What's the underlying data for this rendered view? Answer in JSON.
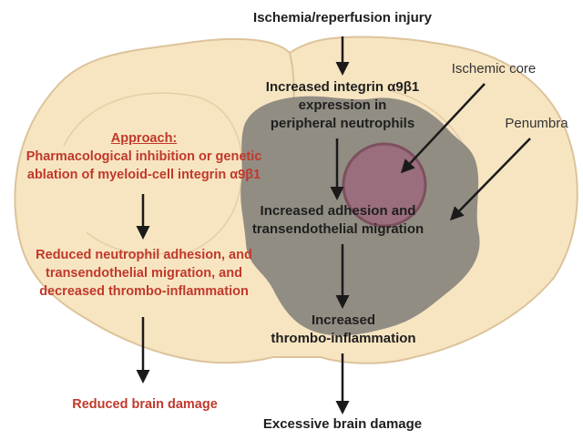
{
  "colors": {
    "brain_fill": "#f7e5c1",
    "brain_outline": "#dcc39a",
    "penumbra": "#8c8880",
    "core": "#9b6b7c",
    "left_text": "#c0392b",
    "right_text": "#1f1f1f",
    "arrow": "#1a1a1a"
  },
  "right_path": {
    "step1": "Ischemia/reperfusion injury",
    "step2": [
      "Increased integrin α9β1",
      "expression in",
      "peripheral neutrophils"
    ],
    "step3": [
      "Increased adhesion and",
      "transendothelial migration"
    ],
    "step4": [
      "Increased",
      "thrombo-inflammation"
    ],
    "step5": "Excessive brain damage"
  },
  "left_path": {
    "approach_heading": "Approach:",
    "approach_text": [
      "Pharmacological inhibition or genetic",
      "ablation of myeloid-cell integrin α9β1"
    ],
    "step2": [
      "Reduced neutrophil adhesion, and",
      "transendothelial migration, and",
      "decreased thrombo-inflammation"
    ],
    "step3": "Reduced brain damage"
  },
  "region_labels": {
    "core": "Ischemic core",
    "penumbra": "Penumbra"
  }
}
